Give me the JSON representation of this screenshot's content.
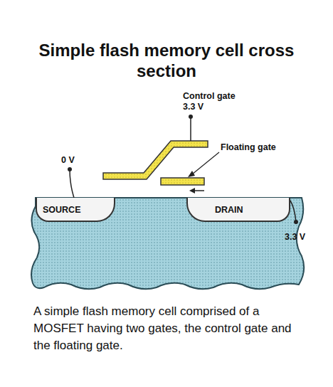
{
  "diagram": {
    "title": "Simple flash memory cell cross section",
    "caption": "A simple flash memory cell comprised of a MOSFET having two gates, the control gate and the floating gate.",
    "nodes": [
      {
        "text": [
          "SOURCE"
        ]
      },
      {
        "text": [
          "DRAIN"
        ]
      }
    ],
    "labels": [
      "Control gate",
      "3.3 V",
      "Floating gate",
      "0 V",
      "3.3 V"
    ]
  }
}
